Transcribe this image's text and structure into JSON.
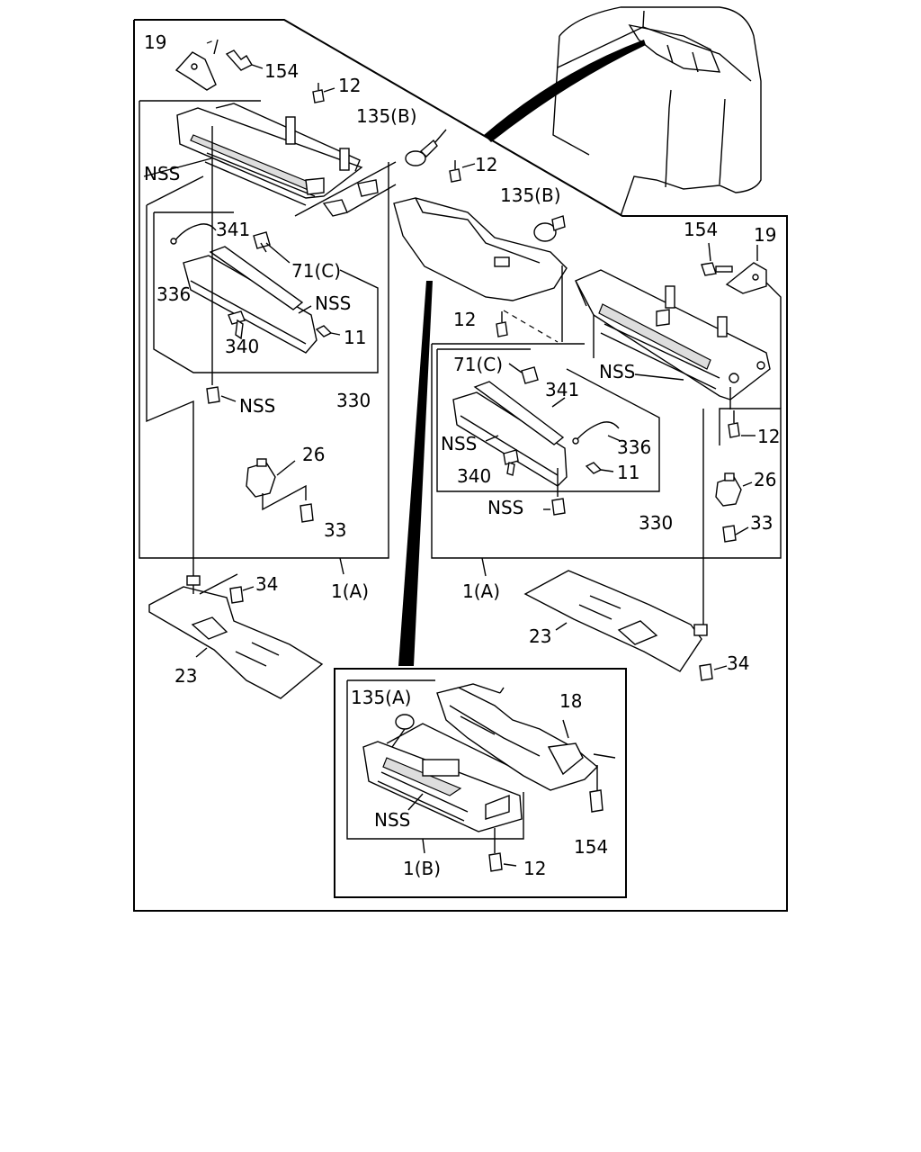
{
  "labels": {
    "p19_a": "19",
    "p154_a": "154",
    "p12_a": "12",
    "p135b_a": "135(B)",
    "nss_a": "NSS",
    "p12_b": "12",
    "p135b_b": "135(B)",
    "p154_b": "154",
    "p19_b": "19",
    "p341_a": "341",
    "p71c_a": "71(C)",
    "p336_a": "336",
    "nss_b": "NSS",
    "p11_a": "11",
    "p340_a": "340",
    "p12_c": "12",
    "nss_c": "NSS",
    "p330_a": "330",
    "nss_d": "NSS",
    "p71c_b": "71(C)",
    "p341_b": "341",
    "nss_e": "NSS",
    "p336_b": "336",
    "p12_d": "12",
    "p340_b": "340",
    "p11_b": "11",
    "p26_a": "26",
    "p26_b": "26",
    "nss_f": "NSS",
    "p330_b": "330",
    "p33_a": "33",
    "p33_b": "33",
    "p1a_a": "1(A)",
    "p1a_b": "1(A)",
    "p34_a": "34",
    "p23_a": "23",
    "p23_b": "23",
    "p34_b": "34",
    "p135a": "135(A)",
    "p18": "18",
    "nss_g": "NSS",
    "p154_c": "154",
    "p1b": "1(B)",
    "p12_e": "12"
  }
}
